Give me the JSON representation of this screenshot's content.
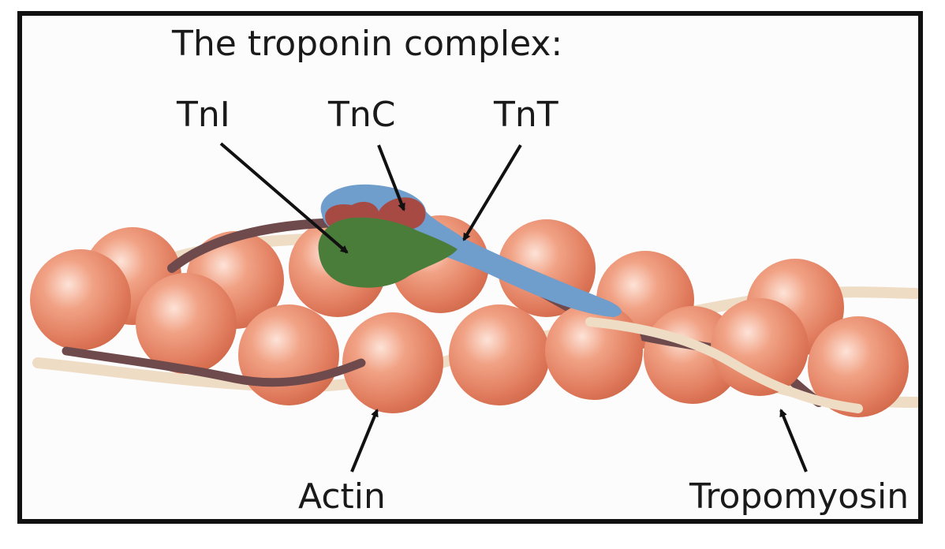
{
  "title": "The troponin complex:",
  "labels": {
    "tni": "TnI",
    "tnc": "TnC",
    "tnt": "TnT",
    "actin": "Actin",
    "tropomyosin": "Tropomyosin"
  },
  "colors": {
    "frame": "#111111",
    "actin_bead": "#e07a5c",
    "actin_highlight": "#fbd6c8",
    "tropomyosin_dark": "#6e4a4c",
    "tropomyosin_light": "#efdcc4",
    "tni": "#4a7d3a",
    "tnc": "#a84a44",
    "tnt": "#6f9dcc"
  }
}
